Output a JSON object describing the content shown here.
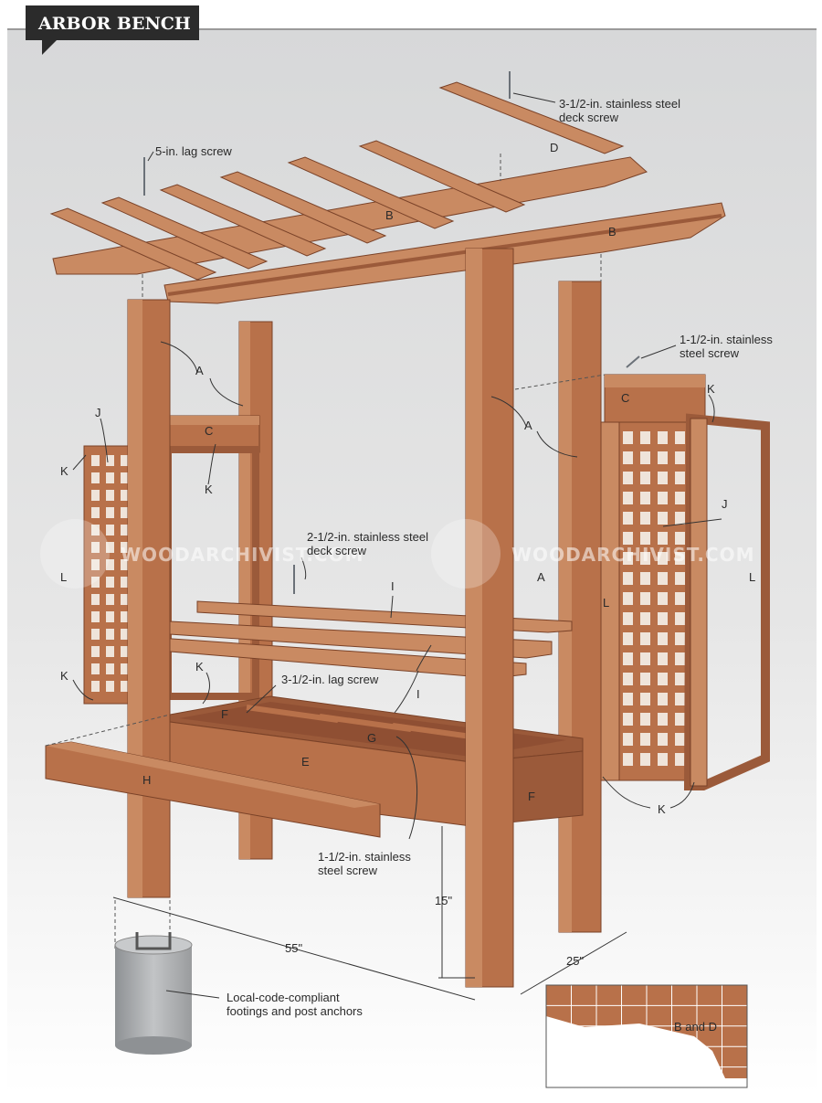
{
  "title": "ARBOR BENCH",
  "callouts": {
    "deck_screw_top": [
      "3-1/2-in. stainless steel",
      "deck screw"
    ],
    "lag_screw_5": "5-in. lag screw",
    "steel_screw_right": [
      "1-1/2-in. stainless",
      "steel screw"
    ],
    "deck_screw_mid": [
      "2-1/2-in. stainless steel",
      "deck screw"
    ],
    "lag_screw_35": "3-1/2-in. lag screw",
    "steel_screw_bottom": [
      "1-1/2-in. stainless",
      "steel screw"
    ],
    "footings": [
      "Local-code-compliant",
      "footings and post anchors"
    ]
  },
  "parts": {
    "A": "A",
    "B": "B",
    "C": "C",
    "D": "D",
    "E": "E",
    "F": "F",
    "G": "G",
    "H": "H",
    "I": "I",
    "J": "J",
    "K": "K",
    "L": "L"
  },
  "dimensions": {
    "width": "55\"",
    "depth": "25\"",
    "seat_height": "15\""
  },
  "profile_grid_label": "B and D",
  "watermark": "WOODARCHIVIST.COM",
  "colors": {
    "wood_light": "#c98a62",
    "wood_mid": "#b8714a",
    "wood_dark": "#8f4f33",
    "title_bg": "#2b2b2b",
    "concrete": "#a9abad"
  }
}
